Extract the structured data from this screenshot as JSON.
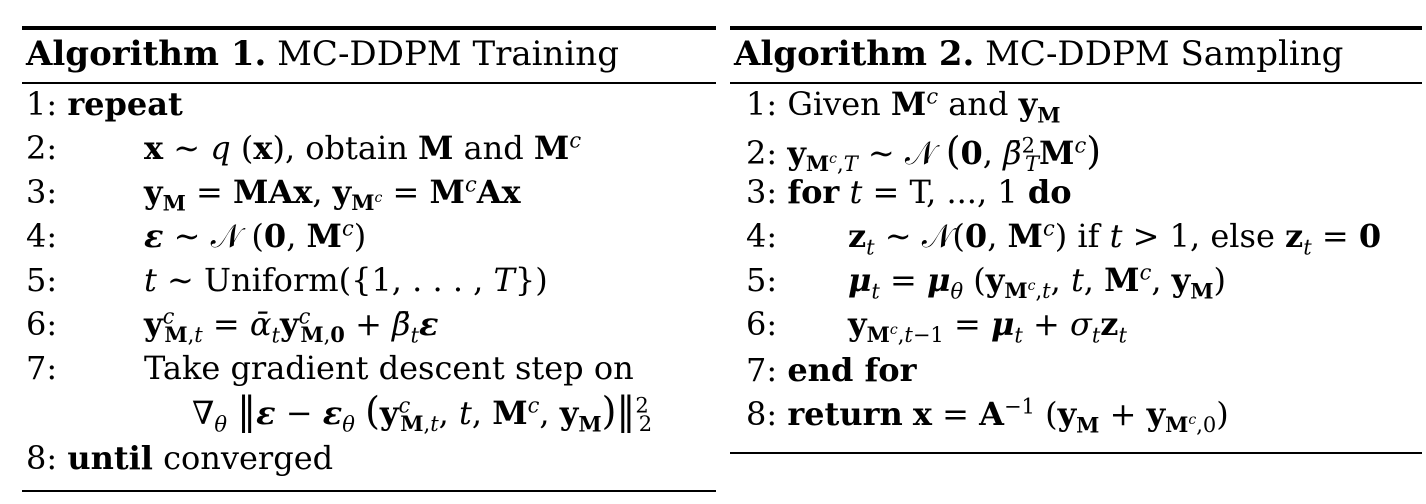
{
  "algorithm1": {
    "title_bold": "Algorithm 1.",
    "title_rest": " MC-DDPM Training",
    "lines": [
      {
        "num": "1:",
        "kw": "repeat"
      },
      {
        "num": "2:"
      },
      {
        "num": "3:"
      },
      {
        "num": "4:"
      },
      {
        "num": "5:"
      },
      {
        "num": "6:"
      },
      {
        "num": "7:",
        "text": "Take gradient descent step on"
      },
      {
        "num": "8:",
        "kw": "until",
        "text": " converged"
      }
    ],
    "line2_text": ", obtain ",
    "line2_and": " and ",
    "line5_text": "Uniform",
    "line5_set": "({1, . . . , ",
    "line5_end": "})"
  },
  "algorithm2": {
    "title_bold": "Algorithm 2.",
    "title_rest": " MC-DDPM Sampling",
    "lines": [
      {
        "num": "1:",
        "text": "Given "
      },
      {
        "num": "2:"
      },
      {
        "num": "3:",
        "kw": "for",
        "kw2": "do"
      },
      {
        "num": "4:"
      },
      {
        "num": "5:"
      },
      {
        "num": "6:"
      },
      {
        "num": "7:",
        "kw": "end for"
      },
      {
        "num": "8:",
        "kw": "return"
      }
    ],
    "line1_and": " and ",
    "line3_range": " = T, ..., 1 ",
    "line4_if": " if ",
    "line4_else": ", else "
  }
}
